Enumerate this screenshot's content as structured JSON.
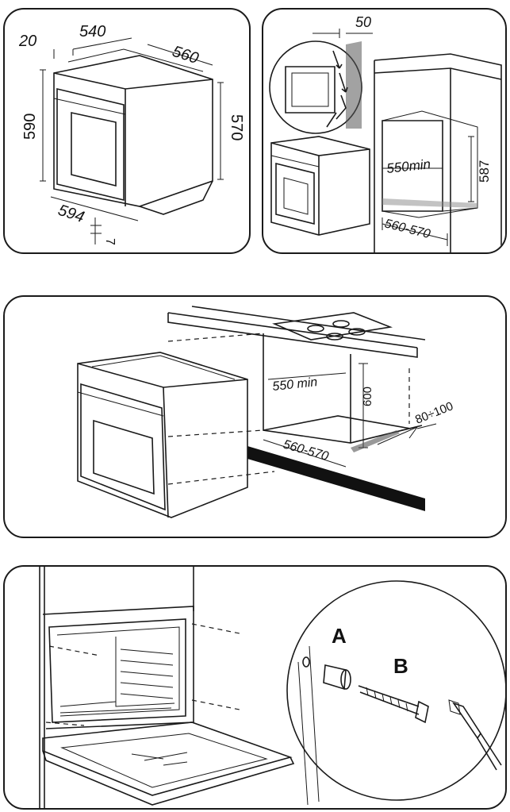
{
  "panel_a": {
    "dims": {
      "depth_top": "20",
      "width_top": "540",
      "side_depth": "560",
      "height_left": "590",
      "height_right": "570",
      "front_width": "594",
      "gap": "7"
    }
  },
  "panel_b": {
    "dims": {
      "vent": "50",
      "min_width": "550min",
      "cavity_height": "587",
      "depth_range": "560-570"
    }
  },
  "panel_c": {
    "dims": {
      "min_width": "550 min",
      "cavity_height": "600",
      "depth_range": "560-570",
      "vent_range": "80÷100"
    }
  },
  "panel_d": {
    "labels": {
      "bushing": "A",
      "screw": "B"
    }
  }
}
